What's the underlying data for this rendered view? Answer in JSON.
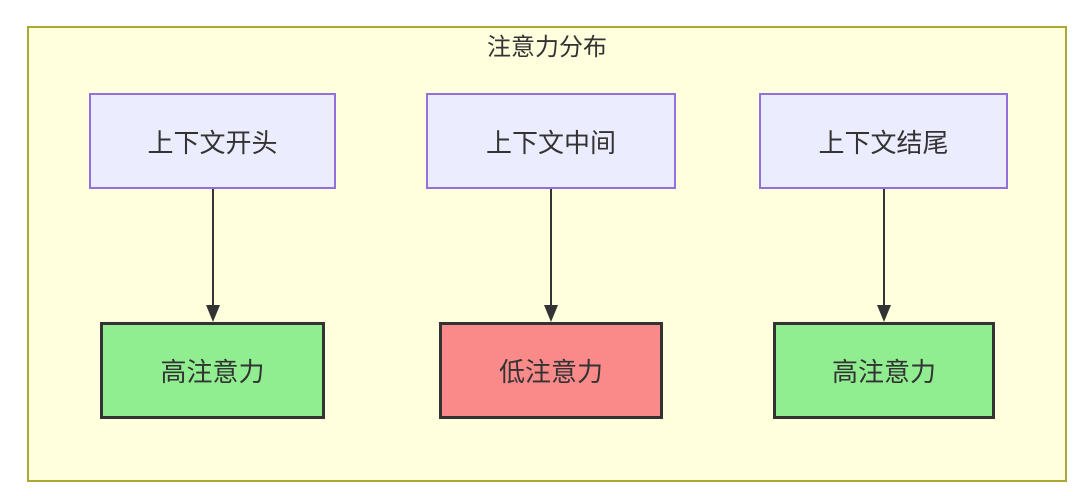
{
  "diagram": {
    "type": "flowchart",
    "title": "注意力分布",
    "colors": {
      "container_bg": "#ffffde",
      "container_border": "#aaaa33",
      "source_fill": "#ececff",
      "source_border": "#9370db",
      "high_fill": "#90ee90",
      "low_fill": "#fa8a8a",
      "result_border": "#333333",
      "text": "#333333",
      "arrow": "#333333"
    },
    "columns": [
      {
        "source_label": "上下文开头",
        "result_label": "高注意力",
        "attention_level": "high"
      },
      {
        "source_label": "上下文中间",
        "result_label": "低注意力",
        "attention_level": "low"
      },
      {
        "source_label": "上下文结尾",
        "result_label": "高注意力",
        "attention_level": "high"
      }
    ]
  }
}
